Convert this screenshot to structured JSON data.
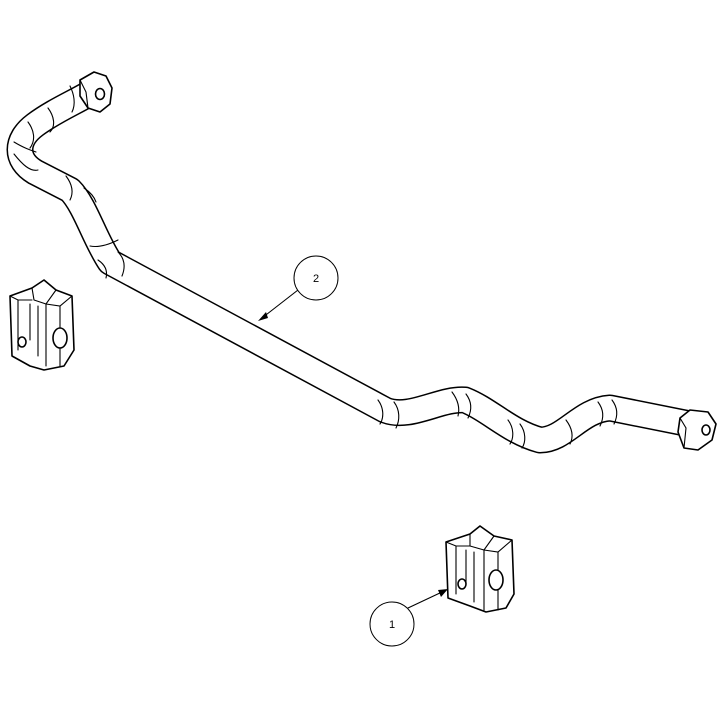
{
  "callouts": [
    {
      "number": "1",
      "part": "bushing"
    },
    {
      "number": "2",
      "part": "sway-bar"
    }
  ]
}
